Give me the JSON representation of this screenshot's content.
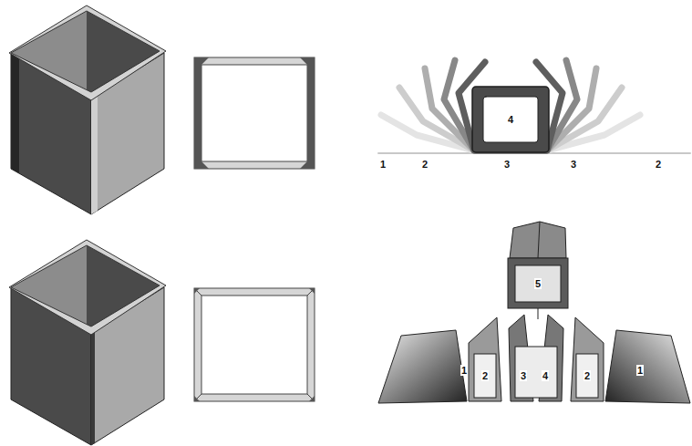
{
  "diagram": {
    "labels": [
      "4",
      "1",
      "2",
      "3",
      "3",
      "2",
      "5",
      "1",
      "2",
      "3",
      "4",
      "2",
      "1"
    ]
  }
}
